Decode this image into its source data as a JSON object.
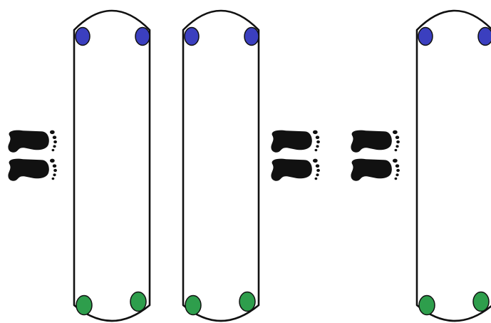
{
  "colors": {
    "background": "#ffffff",
    "outline": "#111111",
    "top_marker": "#3b3fbf",
    "bottom_marker": "#2e9e4c",
    "footprint": "#111111"
  },
  "lanes": [
    {
      "top_marker_icon": "blue-dot",
      "bottom_marker_icon": "green-dot"
    },
    {
      "top_marker_icon": "blue-dot",
      "bottom_marker_icon": "green-dot"
    },
    {
      "top_marker_icon": "blue-dot",
      "bottom_marker_icon": "green-dot"
    }
  ],
  "footprint_icons": [
    "footprints-icon",
    "footprints-icon",
    "footprints-icon"
  ]
}
